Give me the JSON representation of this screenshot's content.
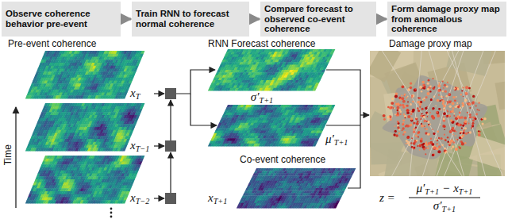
{
  "diagram": {
    "nodes": [
      {
        "text": [
          "Observe coherence behavior pre-event"
        ]
      },
      {
        "text": [
          "Train RNN to forecast normal coherence"
        ]
      },
      {
        "text": [
          "Compare forecast to observed co-event coherence"
        ]
      },
      {
        "text": [
          "Form damage proxy map from anomalous coherence"
        ]
      }
    ],
    "edges": [
      {
        "from": 0,
        "to": 1,
        "arrow": "to"
      },
      {
        "from": 1,
        "to": 2,
        "arrow": "to"
      },
      {
        "from": 2,
        "to": 3,
        "arrow": "to"
      }
    ],
    "labels": [
      "Pre-event coherence",
      "Time",
      "x",
      "T",
      "x",
      "T−1",
      "x",
      "T−2",
      "RNN Forecast coherence",
      "σ′",
      "T+1",
      "μ′",
      "T+1",
      "Co-event coherence",
      "x",
      "T+1",
      "Damage proxy map",
      "z =",
      "μ′",
      "T+1",
      "−",
      "x",
      "T+1",
      "σ′",
      "T+1"
    ]
  }
}
